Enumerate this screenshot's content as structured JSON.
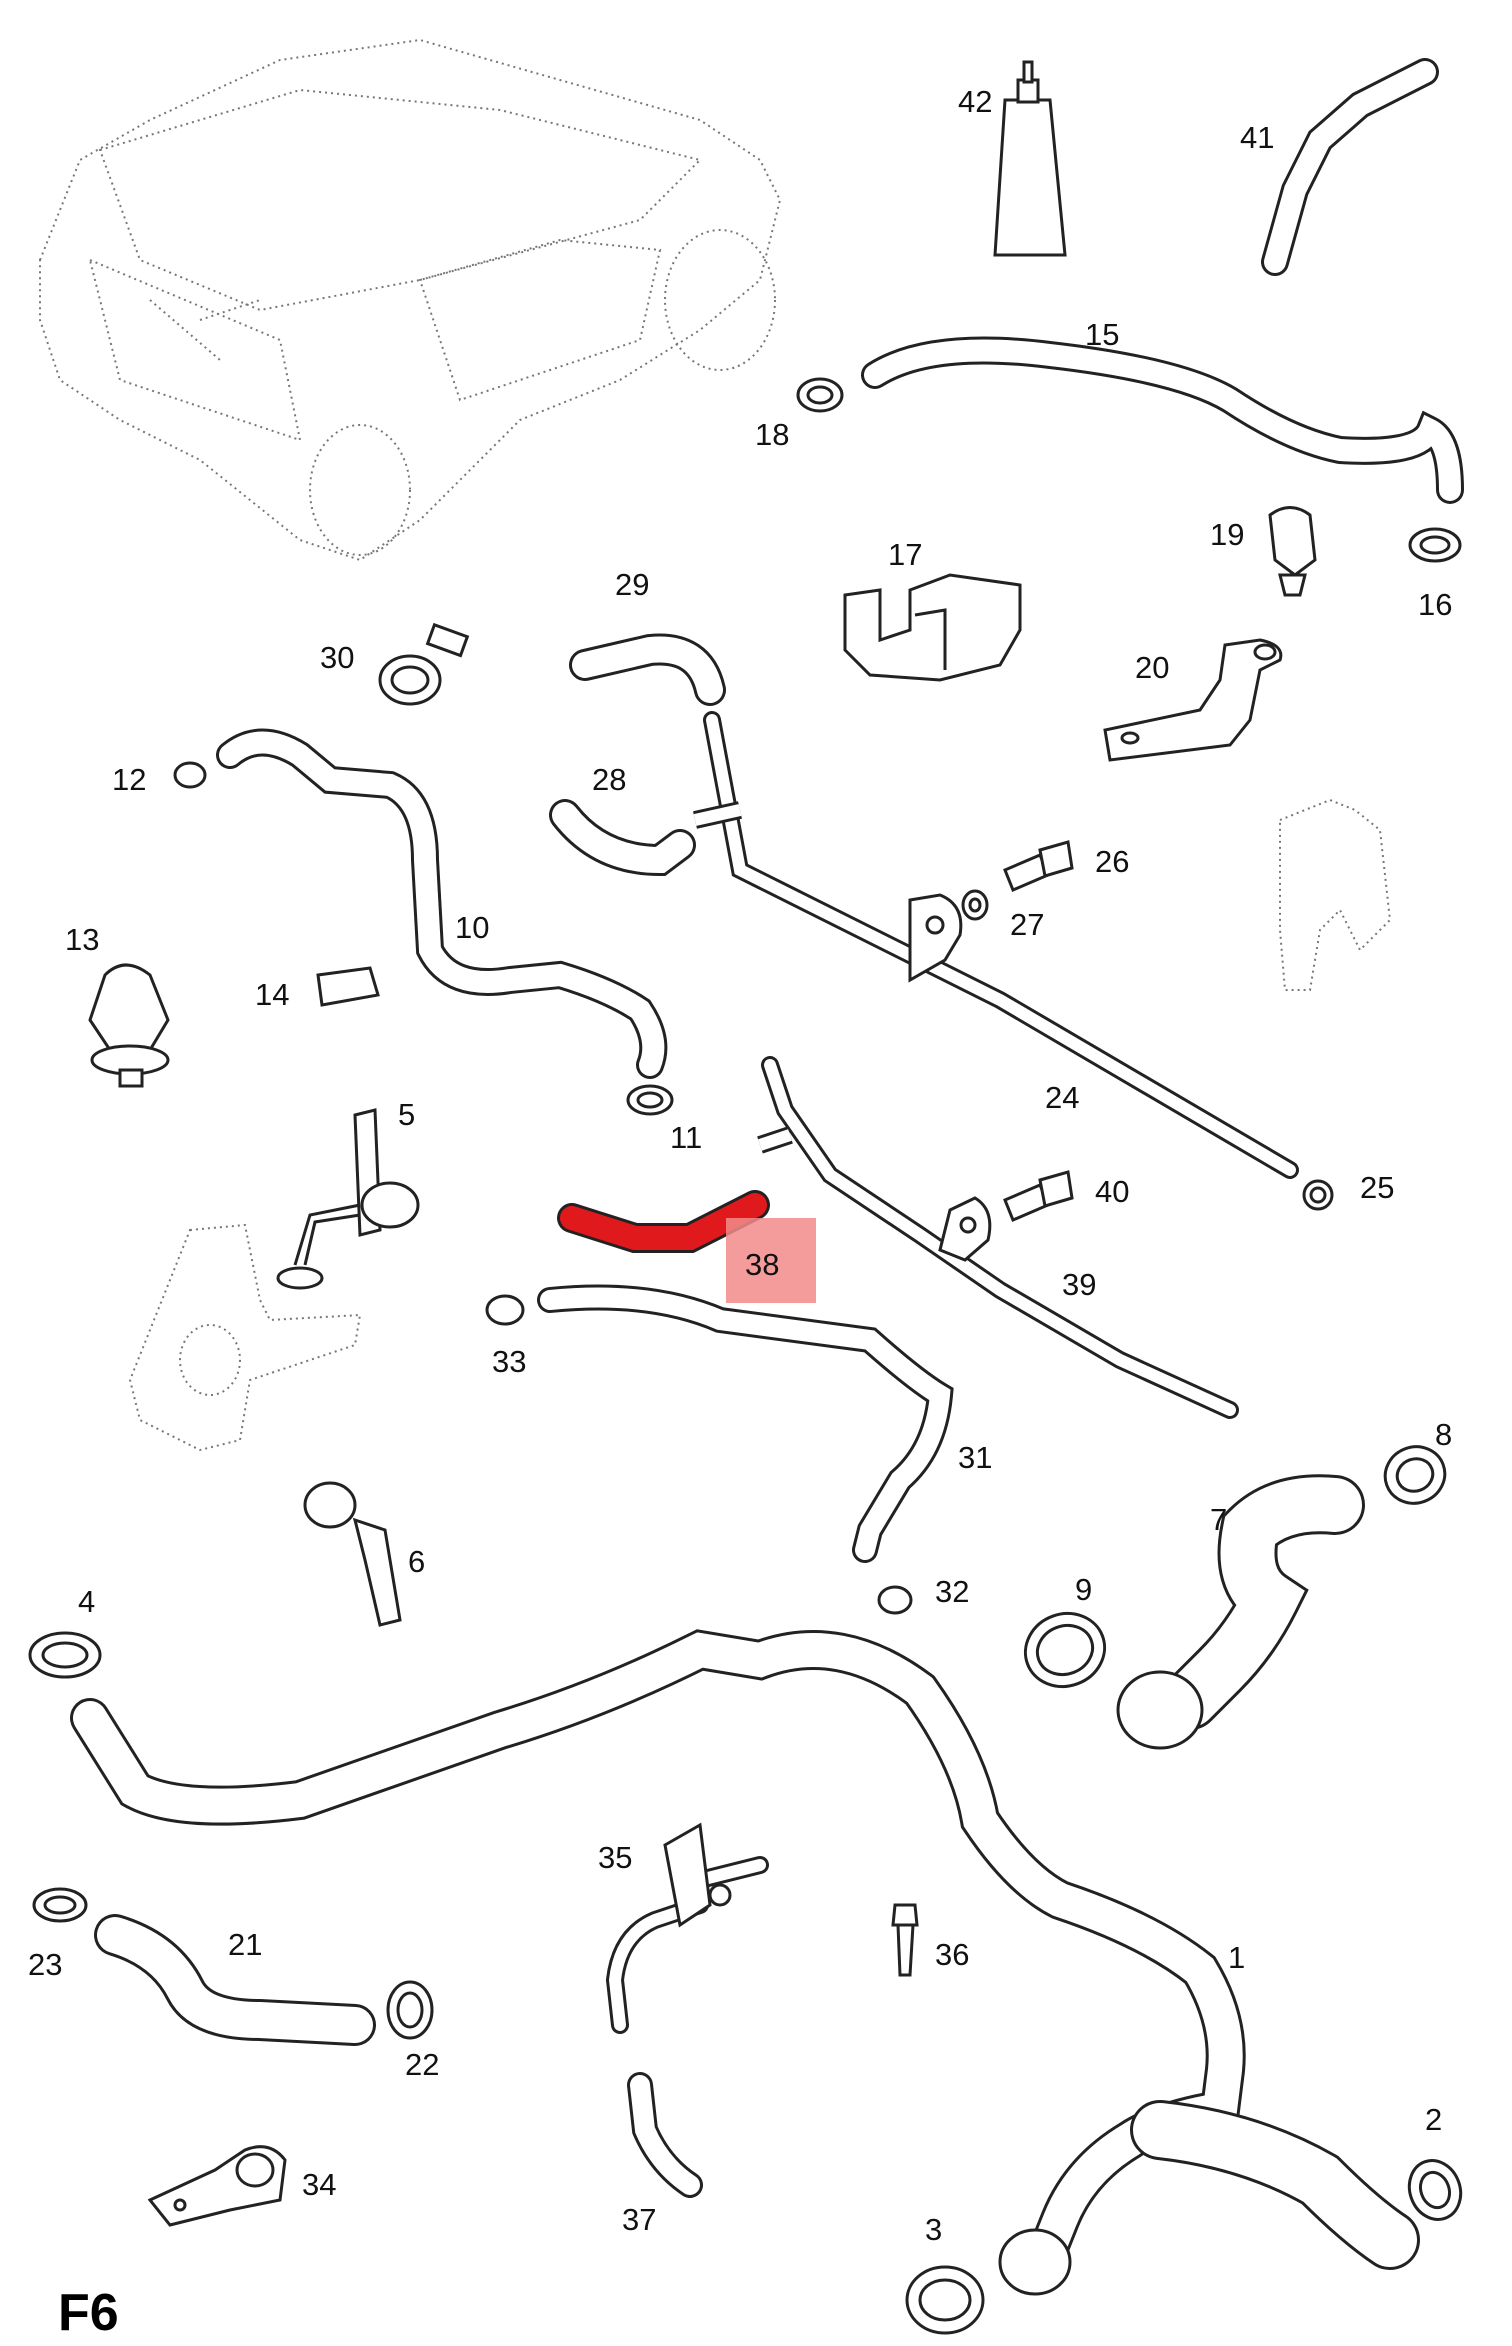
{
  "figure_label": "F6",
  "highlight": {
    "part": "38",
    "color": "#e0191d",
    "box_color": "#f28b8b"
  },
  "part_labels": {
    "p1": "1",
    "p2": "2",
    "p3": "3",
    "p4": "4",
    "p5": "5",
    "p6": "6",
    "p7": "7",
    "p8": "8",
    "p9": "9",
    "p10": "10",
    "p11": "11",
    "p12": "12",
    "p13": "13",
    "p14": "14",
    "p15": "15",
    "p16": "16",
    "p17": "17",
    "p18": "18",
    "p19": "19",
    "p20": "20",
    "p21": "21",
    "p22": "22",
    "p23": "23",
    "p24": "24",
    "p25": "25",
    "p26": "26",
    "p27": "27",
    "p28": "28",
    "p29": "29",
    "p30": "30",
    "p31": "31",
    "p32": "32",
    "p33": "33",
    "p34": "34",
    "p35": "35",
    "p36": "36",
    "p37": "37",
    "p38": "38",
    "p39": "39",
    "p40": "40",
    "p41": "41",
    "p42": "42"
  }
}
